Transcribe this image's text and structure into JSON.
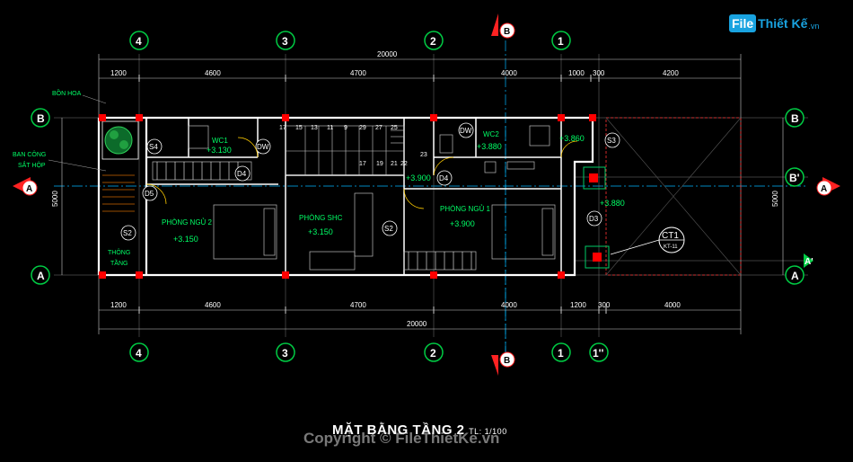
{
  "logo": {
    "brand": "File",
    "name": "Thiết Kế",
    "suffix": ".vn"
  },
  "title": {
    "main": "MẶT BẰNG TẦNG 2",
    "scale": "TL: 1/100"
  },
  "copyright": "Copyright © FileThietKe.vn",
  "grid_top": [
    "4",
    "3",
    "2",
    "1"
  ],
  "grid_bottom": [
    "4",
    "3",
    "2",
    "1",
    "1''"
  ],
  "grid_rows_left": [
    "B",
    "A",
    "A"
  ],
  "grid_rows_right": [
    "B",
    "B'",
    "A",
    "A'"
  ],
  "grid_cols_center": [
    "B",
    "B"
  ],
  "dims_top": {
    "total": "20000",
    "segments": [
      "1200",
      "4600",
      "4700",
      "4000",
      "1000",
      "300",
      "4200"
    ]
  },
  "dims_bottom": {
    "total": "20000",
    "segments": [
      "1200",
      "4600",
      "4700",
      "4000",
      "1200",
      "300",
      "4000"
    ]
  },
  "dims_side": {
    "left": "5000",
    "right": "5000"
  },
  "rooms": {
    "bon_hoa": "BỒN HOA",
    "ban_cong": "BAN CÔNG",
    "sat_hop": "SẮT HỘP",
    "thong_tang_1": "THÔNG",
    "thong_tang_2": "TẦNG",
    "wc1": "WC1",
    "wc2": "WC2",
    "phong_ngu_2": "PHÒNG NGỦ 2",
    "phong_shc": "PHÒNG SHC",
    "phong_ngu_1": "PHÒNG NGỦ 1"
  },
  "levels": [
    "+3.130",
    "+3.150",
    "+3.150",
    "+3.900",
    "+3.880",
    "+3.860",
    "+3.900",
    "+3.880"
  ],
  "doors": [
    "S4",
    "DW",
    "D4",
    "D5",
    "S2",
    "S2",
    "DW",
    "D4",
    "S3",
    "D3"
  ],
  "stairs_top": [
    "17",
    "15",
    "13",
    "11",
    "9",
    "29",
    "27",
    "25"
  ],
  "stairs_mid": [
    "17",
    "19",
    "21",
    "22",
    "23"
  ],
  "callout": {
    "id": "CT1",
    "ref": "KT-11"
  },
  "colors": {
    "wall": "#ffffff",
    "grid": "#00ffff",
    "text_room": "#00ff66",
    "column": "#ff0000",
    "axis_marker": "#ff0000",
    "bubble": "#00cc44"
  }
}
